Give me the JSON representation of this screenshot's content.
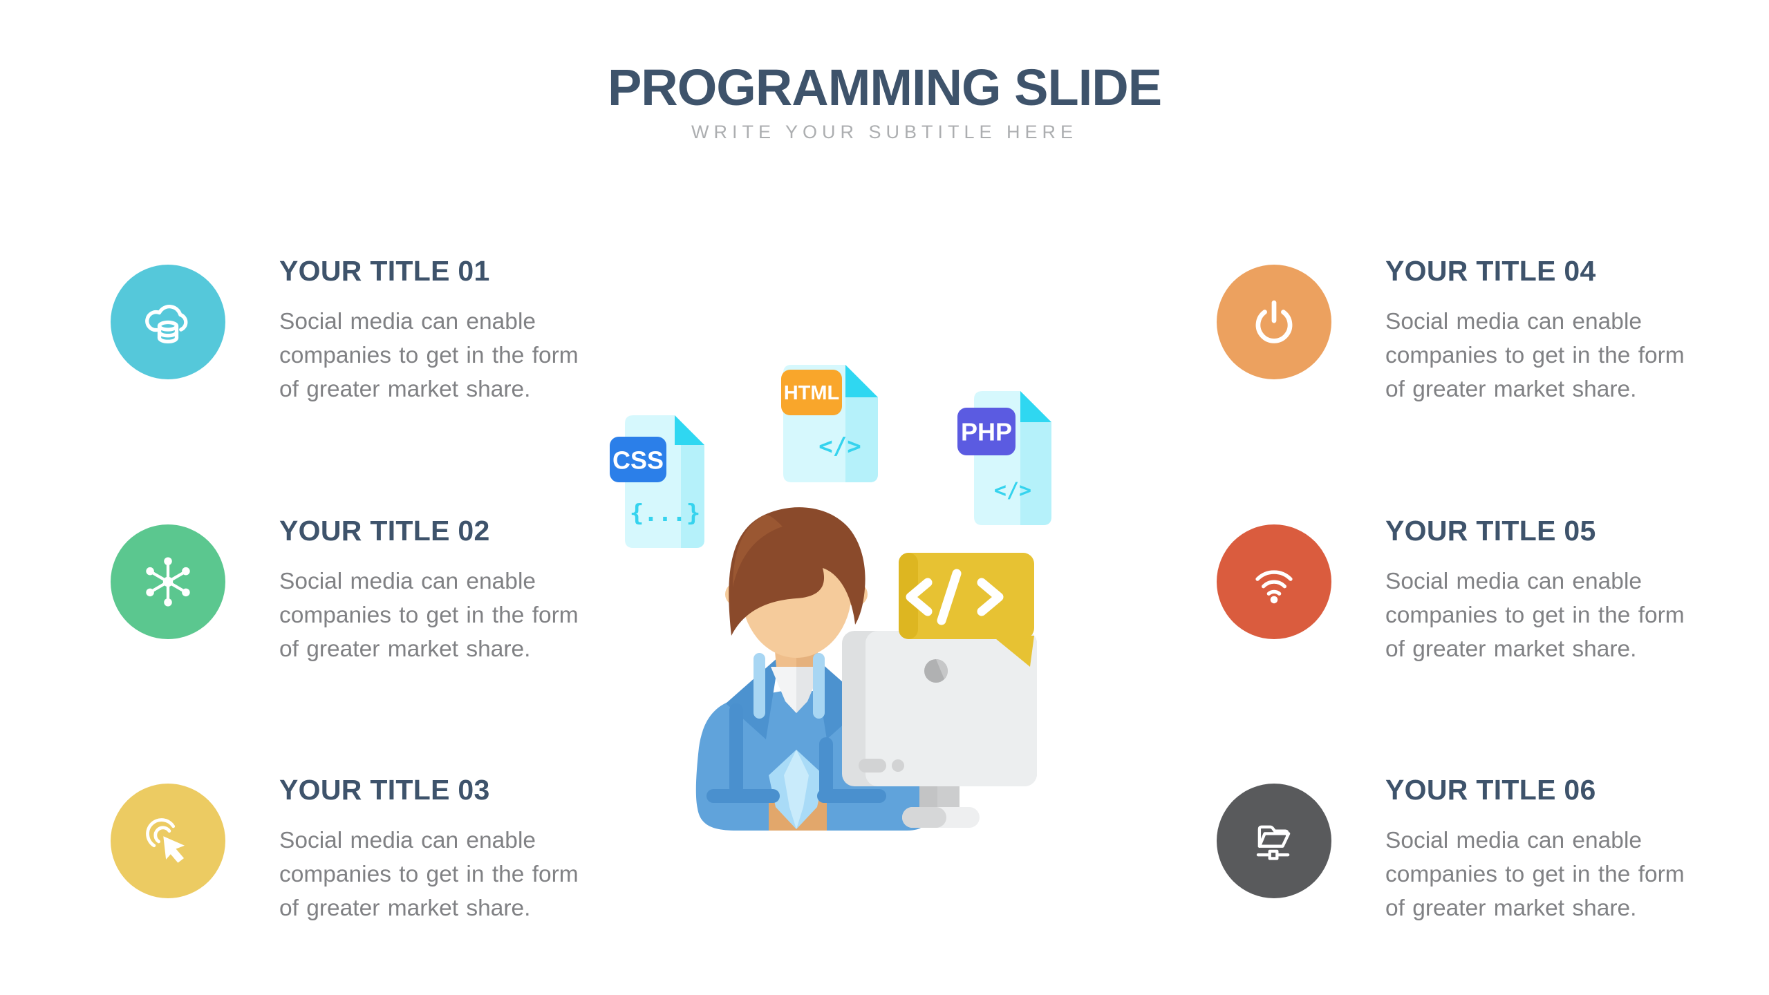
{
  "slide": {
    "title": "PROGRAMMING SLIDE",
    "subtitle": "WRITE YOUR SUBTITLE HERE",
    "background_color": "#FFFFFF",
    "title_color": "#3E536B",
    "subtitle_color": "#ACAEB0"
  },
  "items": [
    {
      "number": "01",
      "title": "YOUR TITLE 01",
      "body": "Social media can enable companies to get in the form of greater market share.",
      "icon": "cloud-storage-icon",
      "color": "#55C8DA"
    },
    {
      "number": "02",
      "title": "YOUR TITLE 02",
      "body": "Social media can enable companies to get in the form of greater market share.",
      "icon": "network-hub-icon",
      "color": "#5BC78F"
    },
    {
      "number": "03",
      "title": "YOUR TITLE 03",
      "body": "Social media can enable companies to get in the form of greater market share.",
      "icon": "click-cursor-icon",
      "color": "#ECCB62"
    },
    {
      "number": "04",
      "title": "YOUR TITLE 04",
      "body": "Social media can enable companies to get in the form of greater market share.",
      "icon": "power-icon",
      "color": "#ECA15F"
    },
    {
      "number": "05",
      "title": "YOUR TITLE 05",
      "body": "Social media can enable companies to get in the form of greater market share.",
      "icon": "wifi-icon",
      "color": "#DA5C3E"
    },
    {
      "number": "06",
      "title": "YOUR TITLE 06",
      "body": "Social media can enable companies to get in the form of greater market share.",
      "icon": "shared-folder-icon",
      "color": "#595A5C"
    }
  ],
  "illustration": {
    "description": "developer with hoodie coding at a computer",
    "files": [
      {
        "label": "CSS",
        "glyph": "{...}",
        "badge_color": "#2B7FE9"
      },
      {
        "label": "HTML",
        "glyph": "</>",
        "badge_color": "#F9A62B"
      },
      {
        "label": "PHP",
        "glyph": "</>",
        "badge_color": "#5B5BE1"
      }
    ],
    "bubble": {
      "icon": "code-tag-icon",
      "color": "#E7C233"
    },
    "file_paper_color": "#D6F8FD",
    "file_fold_color": "#2FD7F1",
    "glyph_color": "#35D3EE",
    "hoodie_color": "#60A3DB",
    "hair_color": "#8A4A2B",
    "skin_color": "#F5CB9B",
    "monitor_color": "#ECEEEF"
  }
}
